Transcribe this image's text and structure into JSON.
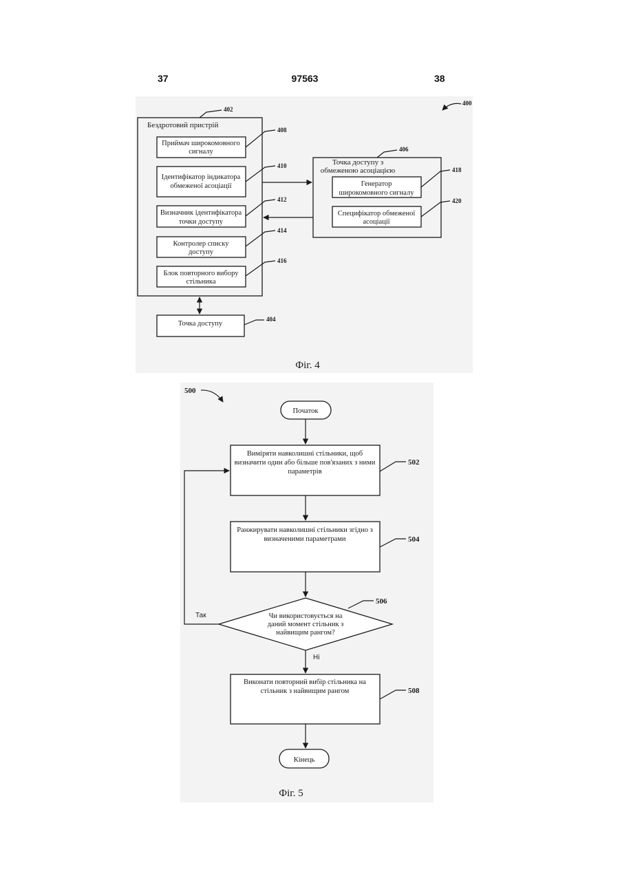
{
  "header": {
    "left_page": "37",
    "patent_number": "97563",
    "right_page": "38"
  },
  "fig4": {
    "system_ref": "400",
    "wireless_device": {
      "ref": "402",
      "title": "Бездротовий пристрій",
      "components": [
        {
          "ref": "408",
          "lines": [
            "Приймач широкомовного",
            "сигналу"
          ]
        },
        {
          "ref": "410",
          "lines": [
            "Ідентифікатор індикатора",
            "обмеженої асоціації"
          ]
        },
        {
          "ref": "412",
          "lines": [
            "Визначник ідентифікатора",
            "точки доступу"
          ]
        },
        {
          "ref": "414",
          "lines": [
            "Контролер списку",
            "доступу"
          ]
        },
        {
          "ref": "416",
          "lines": [
            "Блок повторного вибору",
            "стільника"
          ]
        }
      ]
    },
    "restricted_ap": {
      "ref": "406",
      "title_lines": [
        "Точка доступу з",
        "обмеженою асоціацією"
      ],
      "components": [
        {
          "ref": "418",
          "lines": [
            "Генератор",
            "широкомовного сигналу"
          ]
        },
        {
          "ref": "420",
          "lines": [
            "Специфікатор обмеженої",
            "асоціації"
          ]
        }
      ]
    },
    "access_point": {
      "ref": "404",
      "label": "Точка доступу"
    },
    "caption": "Фіг. 4"
  },
  "fig5": {
    "method_ref": "500",
    "start": "Початок",
    "steps": [
      {
        "ref": "502",
        "lines": [
          "Виміряти навколишні стільники, щоб",
          "визначити один або більше пов'язаних з ними",
          "параметрів"
        ]
      },
      {
        "ref": "504",
        "lines": [
          "Ранжирувати навколишні стільники згідно з",
          "визначеними параметрами"
        ]
      }
    ],
    "decision": {
      "ref": "506",
      "lines": [
        "Чи використовується на",
        "даний момент стільник з",
        "найвищим рангом?"
      ]
    },
    "yes_label": "Так",
    "no_label": "Ні",
    "final_step": {
      "ref": "508",
      "lines": [
        "Виконати повторний вибір стільника на",
        "стільник з найвищим рангом"
      ]
    },
    "end": "Кінець",
    "caption": "Фіг. 5"
  }
}
